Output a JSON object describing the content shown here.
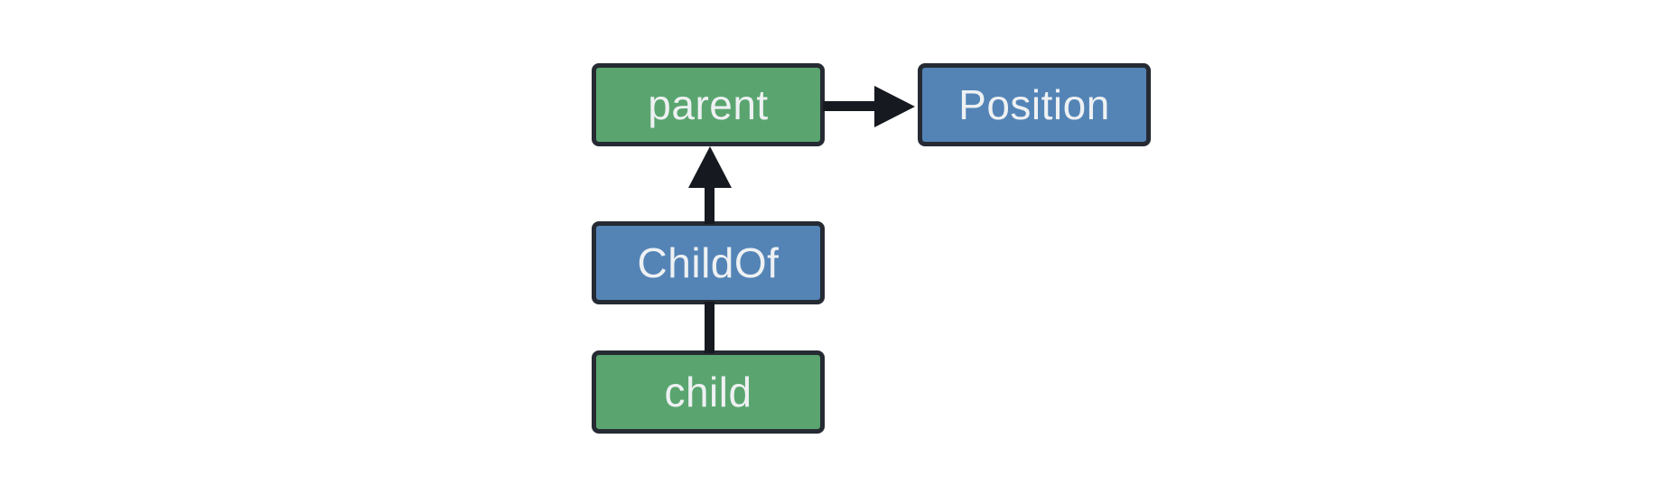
{
  "diagram": {
    "background_color": "#ffffff",
    "node_border_color": "#252a33",
    "node_text_color": "#eef1f3",
    "edge_color": "#16191f",
    "entity_fill_green": "#5aa56f",
    "component_fill_blue": "#5484b6",
    "nodes": [
      {
        "label": "parent",
        "fill": "#5aa56f"
      },
      {
        "label": "Position",
        "fill": "#5484b6"
      },
      {
        "label": "ChildOf",
        "fill": "#5484b6"
      },
      {
        "label": "child",
        "fill": "#5aa56f"
      }
    ],
    "edges": [
      {
        "from": "parent",
        "to": "Position",
        "arrow": "right"
      },
      {
        "from": "ChildOf",
        "to": "parent",
        "arrow": "up"
      },
      {
        "from": "child",
        "to": "ChildOf",
        "arrow": "none"
      }
    ]
  }
}
